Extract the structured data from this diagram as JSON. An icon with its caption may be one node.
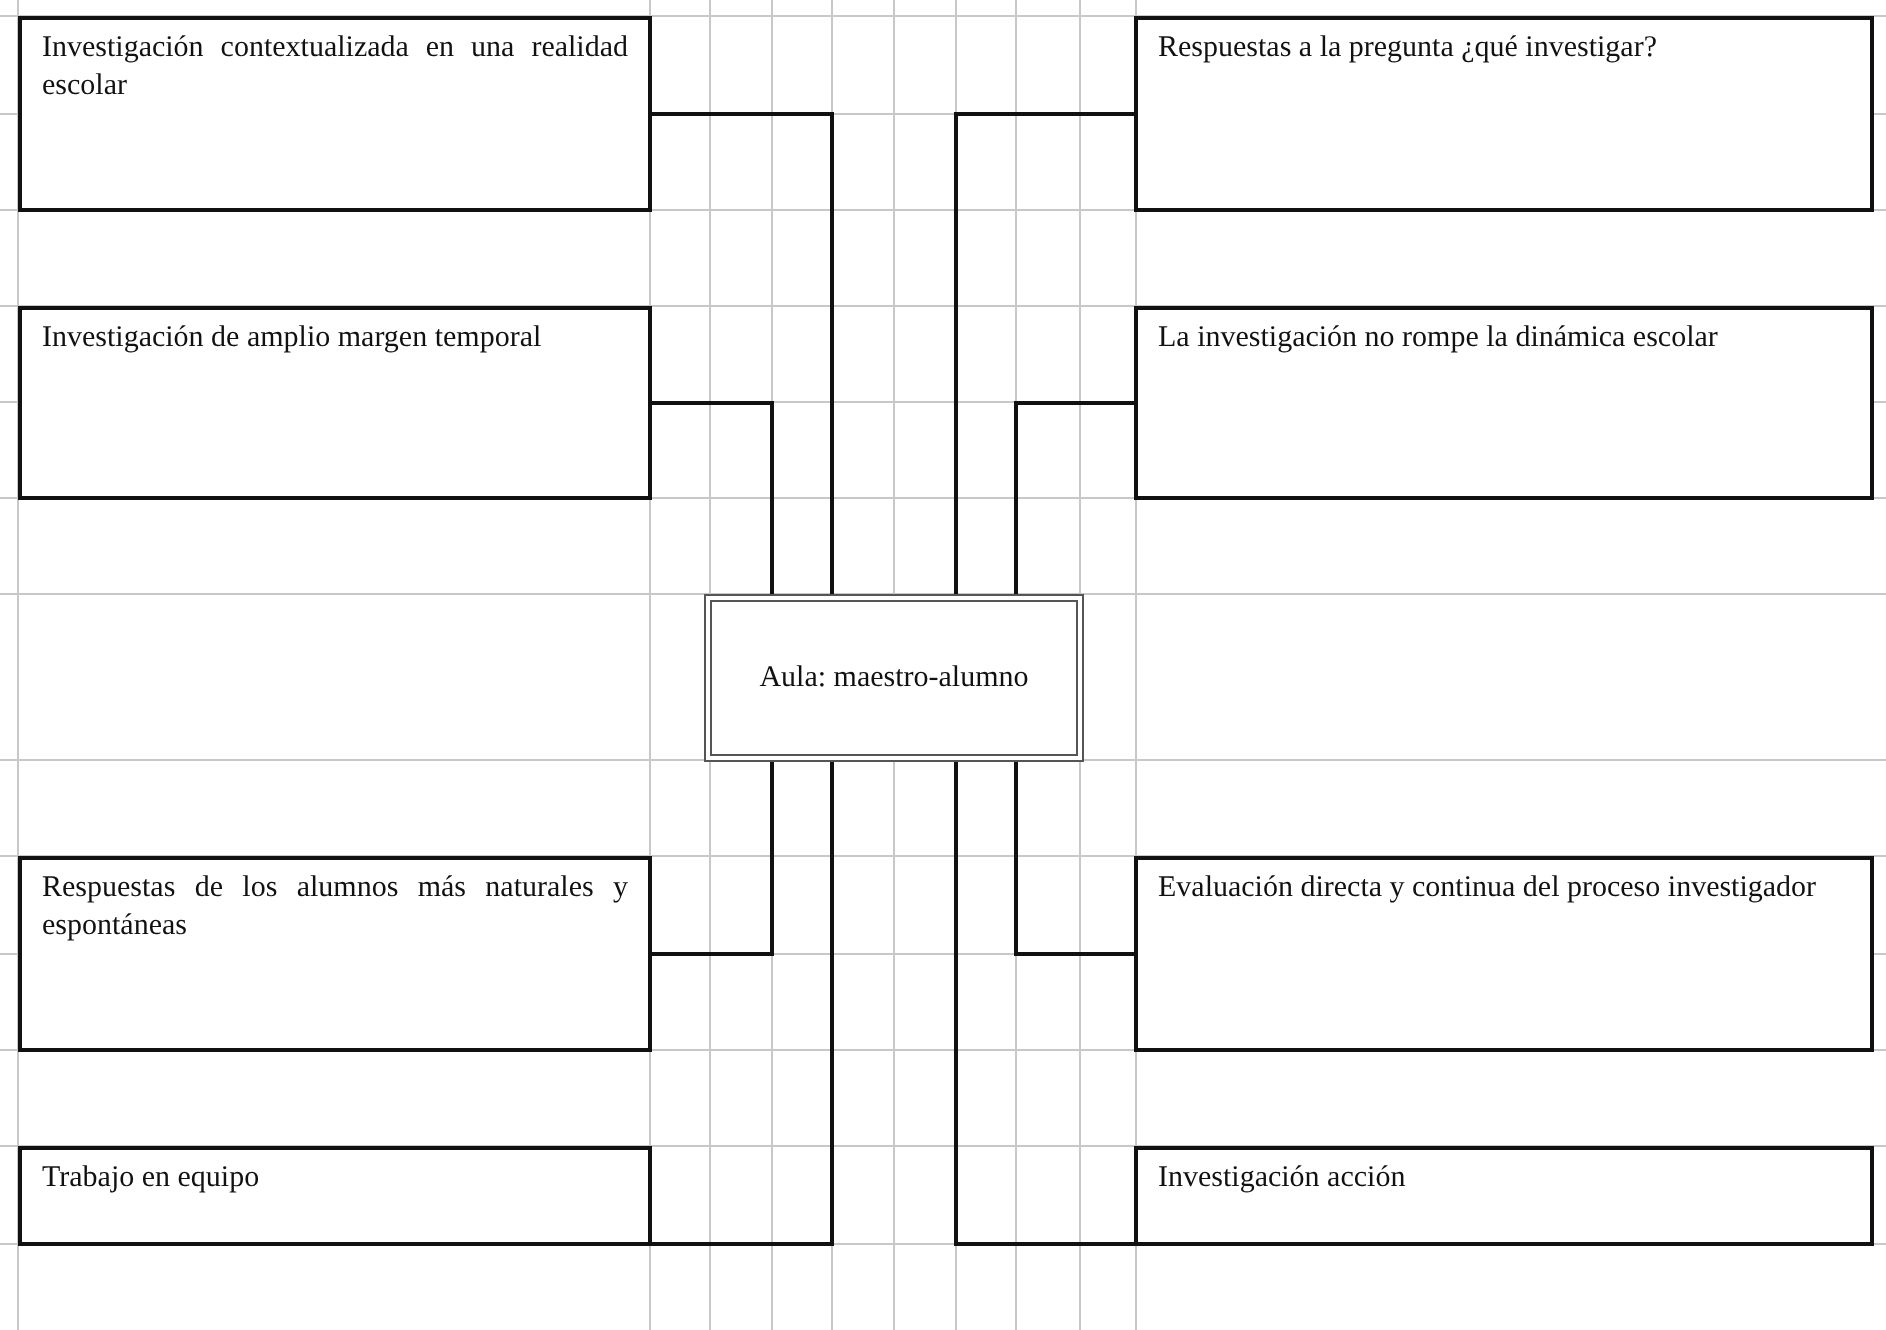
{
  "diagram": {
    "nodes": [
      {
        "text": [
          "Aula: maestro-alumno"
        ]
      },
      {
        "text": [
          "Investigación contextualizada en una realidad escolar"
        ]
      },
      {
        "text": [
          "Respuestas a la pregunta ¿qué investigar?"
        ]
      },
      {
        "text": [
          "Investigación de amplio margen temporal"
        ]
      },
      {
        "text": [
          "La investigación no rompe la dinámica escolar"
        ]
      },
      {
        "text": [
          "Respuestas de los alumnos más naturales y espontáneas"
        ]
      },
      {
        "text": [
          "Evaluación directa y continua del proceso investigador"
        ]
      },
      {
        "text": [
          "Trabajo en equipo"
        ]
      },
      {
        "text": [
          "Investigación acción"
        ]
      }
    ],
    "edges": [
      {
        "from": 0,
        "to": 1,
        "arrow": "none"
      },
      {
        "from": 0,
        "to": 2,
        "arrow": "none"
      },
      {
        "from": 0,
        "to": 3,
        "arrow": "none"
      },
      {
        "from": 0,
        "to": 4,
        "arrow": "none"
      },
      {
        "from": 0,
        "to": 5,
        "arrow": "none"
      },
      {
        "from": 0,
        "to": 6,
        "arrow": "none"
      },
      {
        "from": 0,
        "to": 7,
        "arrow": "none"
      },
      {
        "from": 0,
        "to": 8,
        "arrow": "none"
      }
    ]
  }
}
